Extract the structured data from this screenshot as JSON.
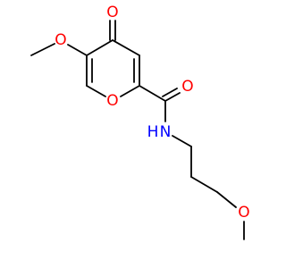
{
  "colors": {
    "bond": "#000000",
    "oxygen": "#ff0000",
    "nitrogen": "#0000ff",
    "background": "#ffffff"
  },
  "atoms": {
    "ketone_oxygen": "O",
    "methoxy_oxygen_top": "O",
    "ring_oxygen": "O",
    "amide_oxygen": "O",
    "amide_nitrogen_h": "N",
    "amide_hydrogen": "H",
    "methoxy_oxygen_bottom": "O"
  }
}
